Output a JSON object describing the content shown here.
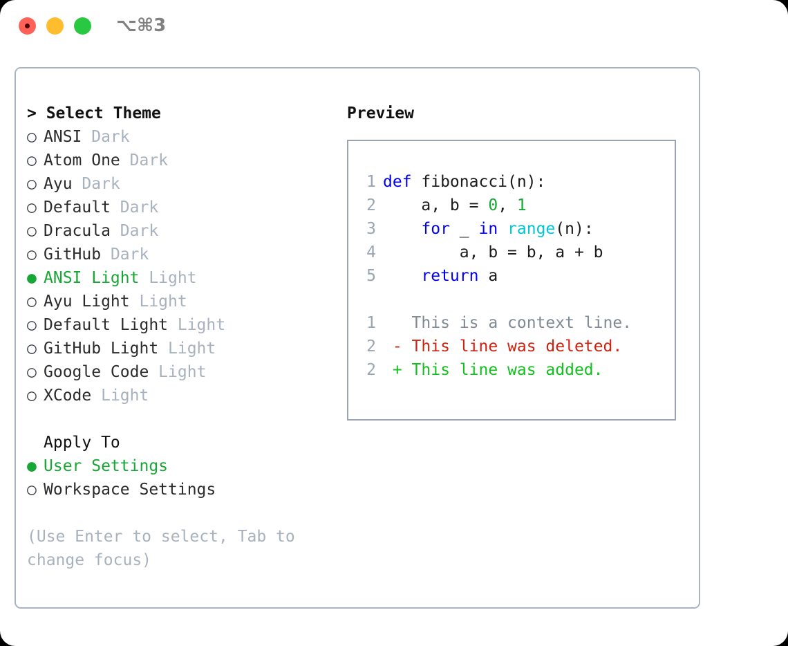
{
  "titlebar": {
    "shortcut": "⌥⌘3",
    "buttons": {
      "close": "close",
      "minimize": "minimize",
      "maximize": "maximize"
    }
  },
  "colors": {
    "accent_green": "#17a734",
    "muted": "#a8b2bf",
    "border": "#aab3bf",
    "preview_border": "#9aa5b1",
    "keyword_blue": "#0000ee",
    "function_cyan": "#00c5d4",
    "number_green": "#17a734",
    "diff_delete": "#cc2211",
    "diff_add": "#13c01d",
    "diff_context": "#808a94"
  },
  "theme_picker": {
    "header": "> Select Theme",
    "bullet_selected": "●",
    "bullet_unselected": "○",
    "items": [
      {
        "name": "ANSI",
        "mode": "Dark",
        "selected": false
      },
      {
        "name": "Atom One",
        "mode": "Dark",
        "selected": false
      },
      {
        "name": "Ayu",
        "mode": "Dark",
        "selected": false
      },
      {
        "name": "Default",
        "mode": "Dark",
        "selected": false
      },
      {
        "name": "Dracula",
        "mode": "Dark",
        "selected": false
      },
      {
        "name": "GitHub",
        "mode": "Dark",
        "selected": false
      },
      {
        "name": "ANSI Light",
        "mode": "Light",
        "selected": true
      },
      {
        "name": "Ayu Light",
        "mode": "Light",
        "selected": false
      },
      {
        "name": "Default Light",
        "mode": "Light",
        "selected": false
      },
      {
        "name": "GitHub Light",
        "mode": "Light",
        "selected": false
      },
      {
        "name": "Google Code",
        "mode": "Light",
        "selected": false
      },
      {
        "name": "XCode",
        "mode": "Light",
        "selected": false
      }
    ]
  },
  "apply_to": {
    "title": "Apply To",
    "options": [
      {
        "label": "User Settings",
        "selected": true
      },
      {
        "label": "Workspace Settings",
        "selected": false
      }
    ]
  },
  "hint": "(Use Enter to select, Tab to change focus)",
  "preview": {
    "header": "Preview",
    "code": [
      {
        "lineno": "1",
        "tokens": [
          {
            "t": "def",
            "c": "kw"
          },
          {
            "t": " fibonacci(n):",
            "c": "plain"
          }
        ]
      },
      {
        "lineno": "2",
        "tokens": [
          {
            "t": "    a, b = ",
            "c": "plain"
          },
          {
            "t": "0",
            "c": "num"
          },
          {
            "t": ", ",
            "c": "plain"
          },
          {
            "t": "1",
            "c": "num"
          }
        ]
      },
      {
        "lineno": "3",
        "tokens": [
          {
            "t": "    ",
            "c": "plain"
          },
          {
            "t": "for",
            "c": "kw"
          },
          {
            "t": " _ ",
            "c": "plain"
          },
          {
            "t": "in",
            "c": "kw"
          },
          {
            "t": " ",
            "c": "plain"
          },
          {
            "t": "range",
            "c": "fn"
          },
          {
            "t": "(n):",
            "c": "plain"
          }
        ]
      },
      {
        "lineno": "4",
        "tokens": [
          {
            "t": "        a, b = b, a + b",
            "c": "plain"
          }
        ]
      },
      {
        "lineno": "5",
        "tokens": [
          {
            "t": "    ",
            "c": "plain"
          },
          {
            "t": "return",
            "c": "kw"
          },
          {
            "t": " a",
            "c": "plain"
          }
        ]
      }
    ],
    "diff": [
      {
        "lineno": "1",
        "marker": " ",
        "text": "This is a context line.",
        "kind": "diff-ctx"
      },
      {
        "lineno": "2",
        "marker": "-",
        "text": "This line was deleted.",
        "kind": "diff-del"
      },
      {
        "lineno": "2",
        "marker": "+",
        "text": "This line was added.",
        "kind": "diff-add"
      }
    ]
  }
}
